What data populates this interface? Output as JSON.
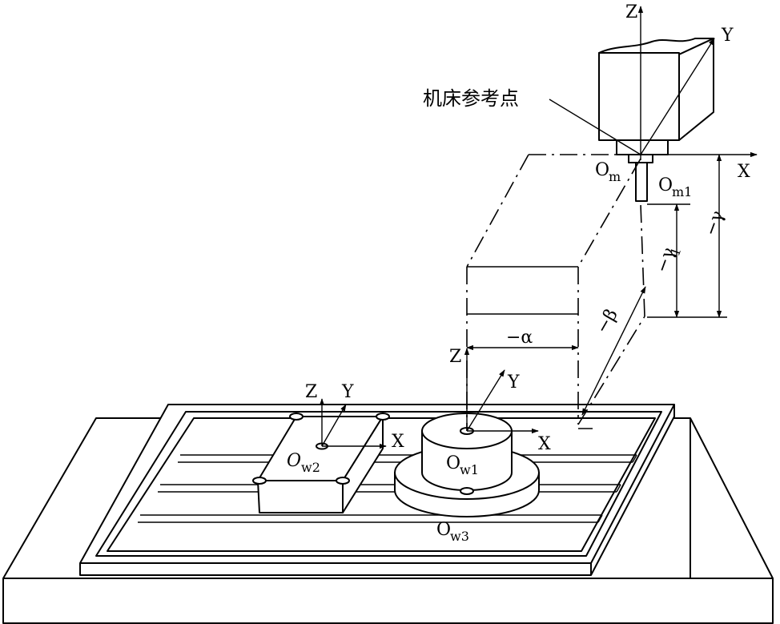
{
  "labels": {
    "ref_point": "机床参考点",
    "machine_axis_z": "Z",
    "machine_axis_y": "Y",
    "machine_axis_x": "X",
    "origin_m_base": "O",
    "origin_m_sub": "m",
    "origin_m1_base": "O",
    "origin_m1_sub": "m1",
    "offset_alpha": "−α",
    "offset_beta": "−β",
    "offset_gamma": "−γ",
    "offset_gamma1_base": "−γ",
    "offset_gamma1_sub": "1",
    "w1_axis_z": "Z",
    "w1_axis_y": "Y",
    "w1_axis_x": "X",
    "origin_w1_base": "O",
    "origin_w1_sub": "w1",
    "w2_axis_z": "Z",
    "w2_axis_y": "Y",
    "w2_axis_x": "X",
    "origin_w2_base": "O",
    "origin_w2_sub": "w2",
    "origin_w3_base": "O",
    "origin_w3_sub": "w3"
  }
}
